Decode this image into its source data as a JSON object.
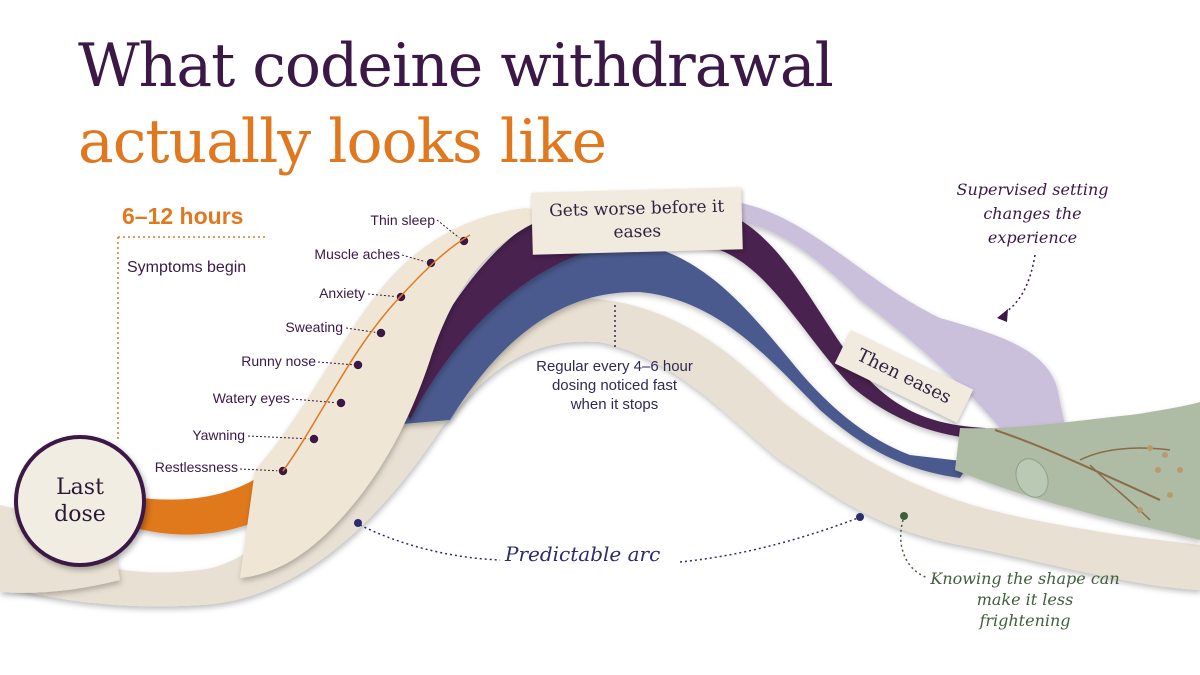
{
  "title": {
    "line1": "What codeine withdrawal",
    "line2": "actually looks like"
  },
  "onset": {
    "hours": "6–12 hours",
    "label": "Symptoms begin"
  },
  "symptoms": [
    "Thin sleep",
    "Muscle aches",
    "Anxiety",
    "Sweating",
    "Runny nose",
    "Watery eyes",
    "Yawning",
    "Restlessness"
  ],
  "peak_tag": "Gets worse before it eases",
  "dosing_note": "Regular every 4–6 hour dosing noticed fast when it stops",
  "eases_tag": "Then eases",
  "arc_label": "Predictable arc",
  "supervised_note": "Supervised setting changes the experience",
  "knowing_note": "Knowing the shape can make it less frightening",
  "start_label": "Last dose",
  "colors": {
    "purple": "#3b1846",
    "orange": "#e0781f",
    "navy": "#4b5a8e",
    "lavender": "#c9bedb",
    "sage": "#aebca5",
    "paper": "#ece4d6"
  }
}
